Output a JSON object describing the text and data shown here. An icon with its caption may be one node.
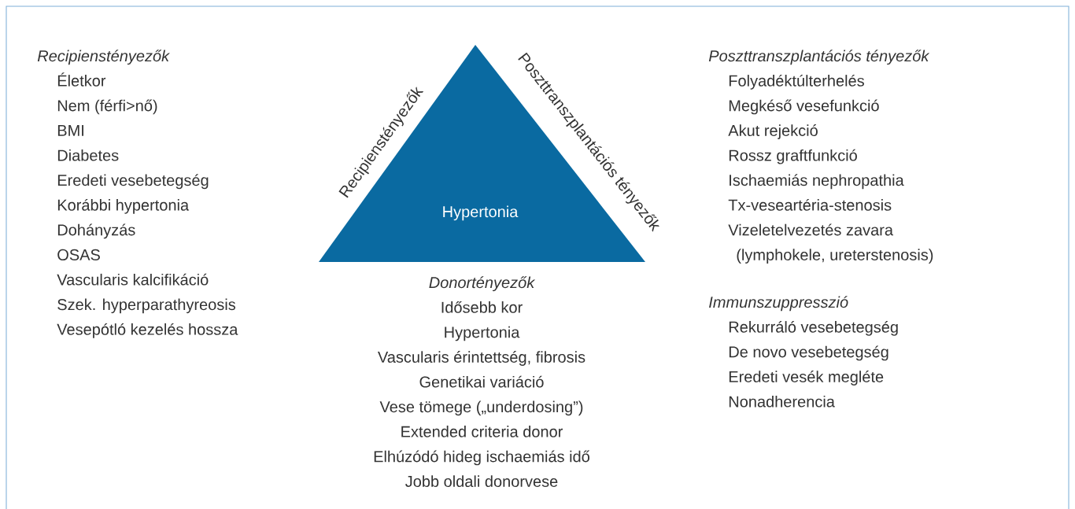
{
  "diagram": {
    "nodes": [
      {
        "text": [
          "Hypertonia"
        ],
        "beside": [
          "Recipienstényezők",
          "Poszttranszplantációs tényezők"
        ]
      }
    ],
    "labels": [
      "Recipienstényezők",
      "Életkor",
      "Nem (férfi>nő)",
      "BMI",
      "Diabetes",
      "Eredeti vesebetegség",
      "Korábbi hypertonia",
      "Dohányzás",
      "OSAS",
      "Vascularis kalcifikáció",
      "Szek. hyperparathyreosis",
      "Vesepótló kezelés hossza",
      "Poszttranszplantációs tényezők",
      "Folyadéktúlterhelés",
      "Megkéső vesefunkció",
      "Akut rejekció",
      "Rossz graftfunkció",
      "Ischaemiás nephropathia",
      "Tx-veseartéria-stenosis",
      "Vizeletelvezetés zavara",
      "(lymphokele, ureterstenosis)",
      "Immunszuppresszió",
      "Rekurráló vesebetegség",
      "De novo vesebetegség",
      "Eredeti vesék megléte",
      "Nonadherencia",
      "Donortényezők",
      "Idősebb kor",
      "Hypertonia",
      "Vascularis érintettség, fibrosis",
      "Genetikai variáció",
      "Vese tömege („underdosing”)",
      "Extended criteria donor",
      "Elhúzódó hideg ischaemiás idő",
      "Jobb oldali donorvese"
    ]
  }
}
